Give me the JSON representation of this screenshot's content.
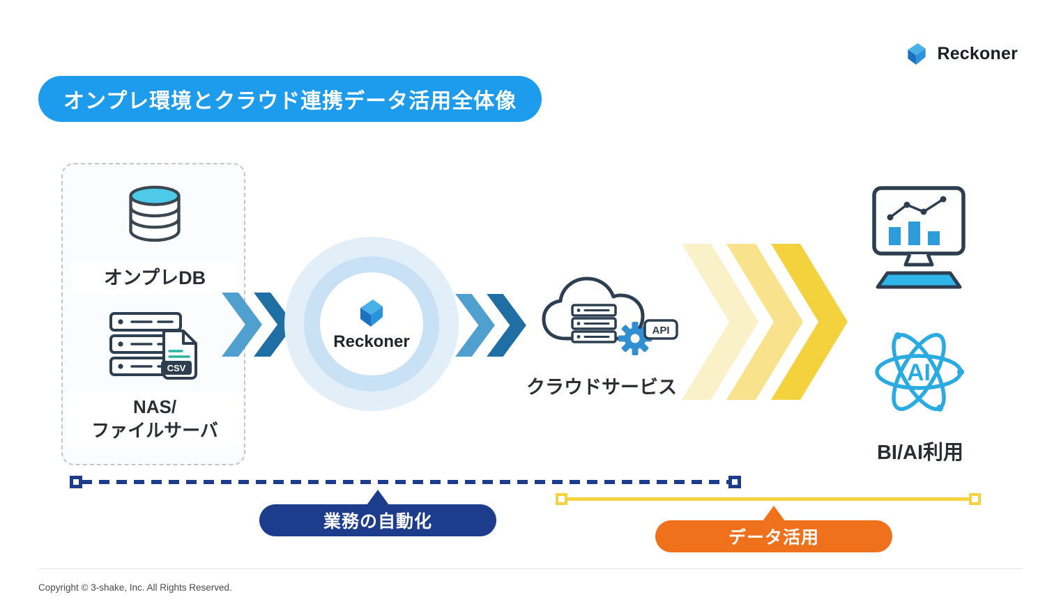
{
  "brand": {
    "name": "Reckoner"
  },
  "title": "オンプレ環境とクラウド連携データ活用全体像",
  "onprem": {
    "db_label": "オンプレDB",
    "nas_label_line1": "NAS/",
    "nas_label_line2": "ファイルサーバ",
    "csv_badge": "CSV"
  },
  "platform": {
    "label": "Reckoner"
  },
  "cloud": {
    "label": "クラウドサービス",
    "api_badge": "API"
  },
  "usage": {
    "label": "BI/AI利用",
    "ai_badge": "AI"
  },
  "timeline": {
    "automation": "業務の自動化",
    "data_utilization": "データ活用"
  },
  "footer": {
    "copyright": "Copyright © 3-shake, Inc. All Rights Reserved."
  },
  "icons": {
    "brand_logo": "reckoner-mark",
    "onprem_db": "database-cylinder",
    "nas": "server-rack",
    "csv": "csv-file",
    "flow_blue": "double-chevron-right",
    "flow_yellow": "triple-chevron-right",
    "cloud": "cloud-server-gear-api",
    "bi": "monitor-bar-chart",
    "ai": "ai-atom"
  },
  "colors": {
    "accent_blue": "#1d9bec",
    "navy": "#1e3c8c",
    "orange": "#f0711c",
    "yellow": "#f5d340",
    "light_blue": "#29abe2",
    "cyan": "#2fb6e9",
    "outline": "#2c3e50",
    "chevron_blue_light": "#4fa0ce",
    "chevron_blue_dark": "#1f6fa4"
  }
}
